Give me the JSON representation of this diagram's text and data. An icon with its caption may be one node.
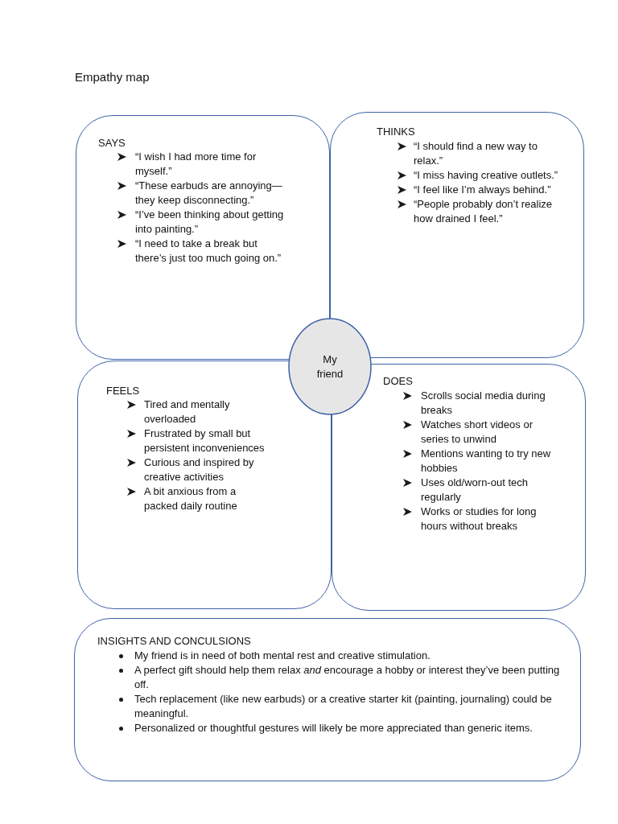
{
  "diagram": {
    "title": "Empathy map",
    "nodes": [
      {
        "text": [
          "SAYS",
          "“I wish I had more time for myself.”",
          "“These earbuds are annoying—they keep disconnecting.”",
          "“I’ve been thinking about getting into painting.”",
          "“I need to take a break but there’s just too much going on.”"
        ]
      },
      {
        "text": [
          "THINKS",
          "“I should find a new way to relax.”",
          "“I miss having creative outlets.”",
          "“I feel like I’m always behind.”",
          "“People probably don’t realize how drained I feel.”"
        ]
      },
      {
        "text": [
          "My friend"
        ]
      },
      {
        "text": [
          "FEELS",
          "Tired and mentally overloaded",
          "Frustrated by small but persistent inconveniences",
          "Curious and inspired by creative activities",
          "A bit anxious from a packed daily routine"
        ]
      },
      {
        "text": [
          "DOES",
          "Scrolls social media during breaks",
          "Watches short videos or series to unwind",
          "Mentions wanting to try new hobbies",
          "Uses old/worn-out tech regularly",
          "Works or studies for long hours without breaks"
        ]
      },
      {
        "text": [
          "INSIGHTS AND CONCULSIONS",
          "My friend is in need of both mental rest and creative stimulation.",
          "A perfect gift should help them relax *and* encourage a hobby or interest they’ve been putting off.",
          "Tech replacement (like new earbuds) or a creative starter kit (painting, journaling) could be meaningful.",
          "Personalized or thoughtful gestures will likely be more appreciated than generic items."
        ]
      }
    ]
  }
}
